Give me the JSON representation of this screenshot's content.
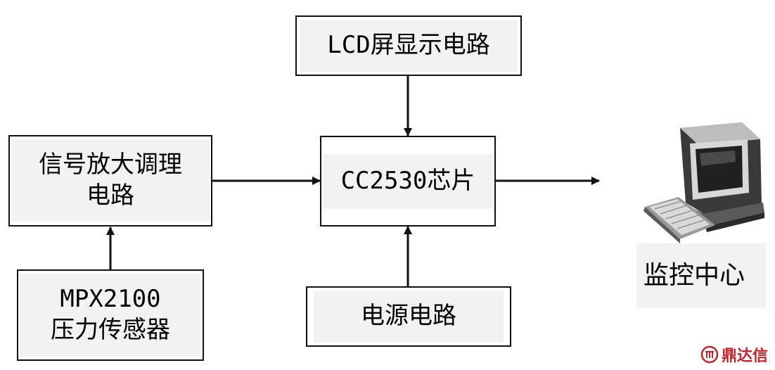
{
  "nodes": {
    "lcd": {
      "label": "LCD屏显示电路"
    },
    "amp": {
      "line1": "信号放大调理",
      "line2": "电路"
    },
    "chip": {
      "label": "CC2530芯片"
    },
    "sensor": {
      "line1": "MPX2100",
      "line2": "压力传感器"
    },
    "power": {
      "label": "电源电路"
    },
    "monitor": {
      "label": "监控中心"
    }
  },
  "edges": [
    {
      "from": "lcd",
      "to": "chip"
    },
    {
      "from": "amp",
      "to": "chip"
    },
    {
      "from": "sensor",
      "to": "amp"
    },
    {
      "from": "power",
      "to": "chip"
    },
    {
      "from": "chip",
      "to": "monitor"
    }
  ],
  "watermark": {
    "text": "鼎达信"
  },
  "colors": {
    "stroke": "#111111",
    "watermark": "#c0242b"
  }
}
